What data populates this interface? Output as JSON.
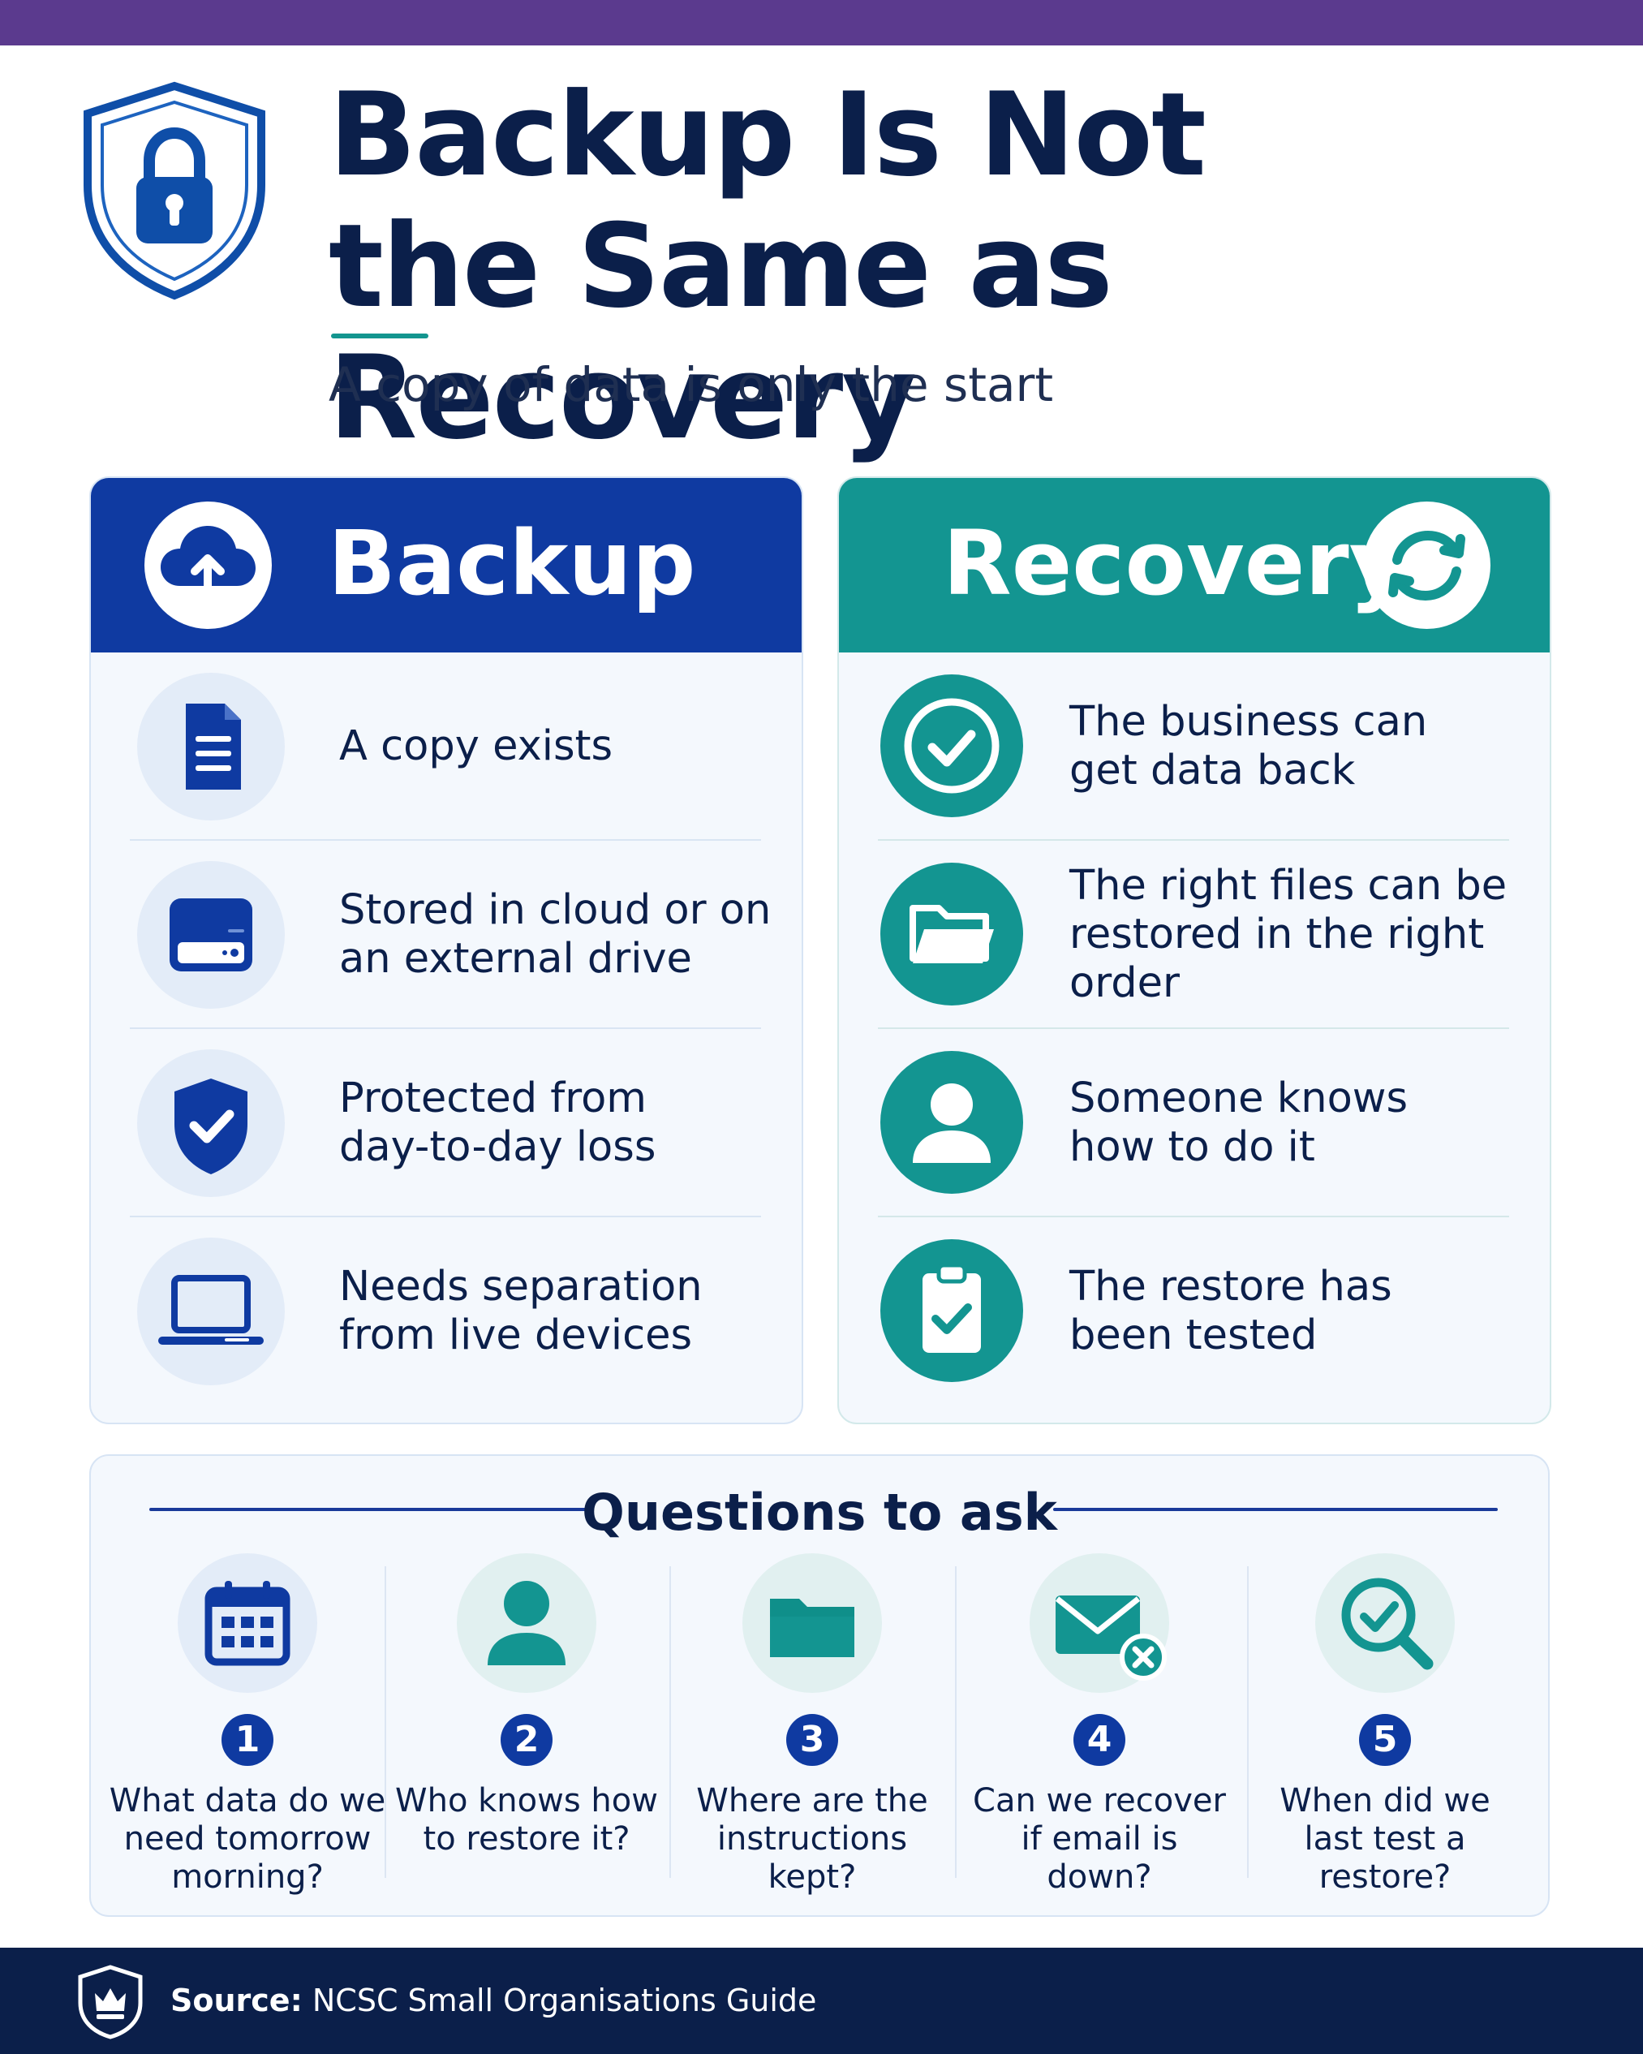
{
  "header": {
    "title_line1": "Backup Is Not",
    "title_line2": "the Same as Recovery",
    "subtitle": "A copy of data is only the start"
  },
  "backup": {
    "title": "Backup",
    "items": [
      {
        "icon": "document-icon",
        "text": "A copy exists"
      },
      {
        "icon": "hard-drive-icon",
        "text": "Stored in cloud or on\nan external drive"
      },
      {
        "icon": "shield-check-icon",
        "text": "Protected from\nday-to-day loss"
      },
      {
        "icon": "laptop-icon",
        "text": "Needs separation\nfrom live devices"
      }
    ]
  },
  "recovery": {
    "title": "Recovery",
    "items": [
      {
        "icon": "check-circle-icon",
        "text": "The business can\nget data back"
      },
      {
        "icon": "folder-icon",
        "text": "The right files can be\nrestored in the right order"
      },
      {
        "icon": "person-icon",
        "text": "Someone knows\nhow to do it"
      },
      {
        "icon": "clipboard-check-icon",
        "text": "The restore has\nbeen tested"
      }
    ]
  },
  "questions": {
    "heading": "Questions to ask",
    "items": [
      {
        "number": "1",
        "icon": "calendar-icon",
        "text": "What data do we\nneed tomorrow\nmorning?"
      },
      {
        "number": "2",
        "icon": "person-icon",
        "text": "Who knows how\nto restore it?"
      },
      {
        "number": "3",
        "icon": "folder-icon",
        "text": "Where are the\ninstructions\nkept?"
      },
      {
        "number": "4",
        "icon": "email-error-icon",
        "text": "Can we recover\nif email is\ndown?"
      },
      {
        "number": "5",
        "icon": "search-check-icon",
        "text": "When did we\nlast test a\nrestore?"
      }
    ]
  },
  "footer": {
    "label": "Source:",
    "source": "NCSC Small Organisations Guide"
  },
  "colors": {
    "backup_blue": "#0f3aa1",
    "recovery_teal": "#139591",
    "navy": "#0b1f4a",
    "top_bar_purple": "#5b3a8e"
  }
}
